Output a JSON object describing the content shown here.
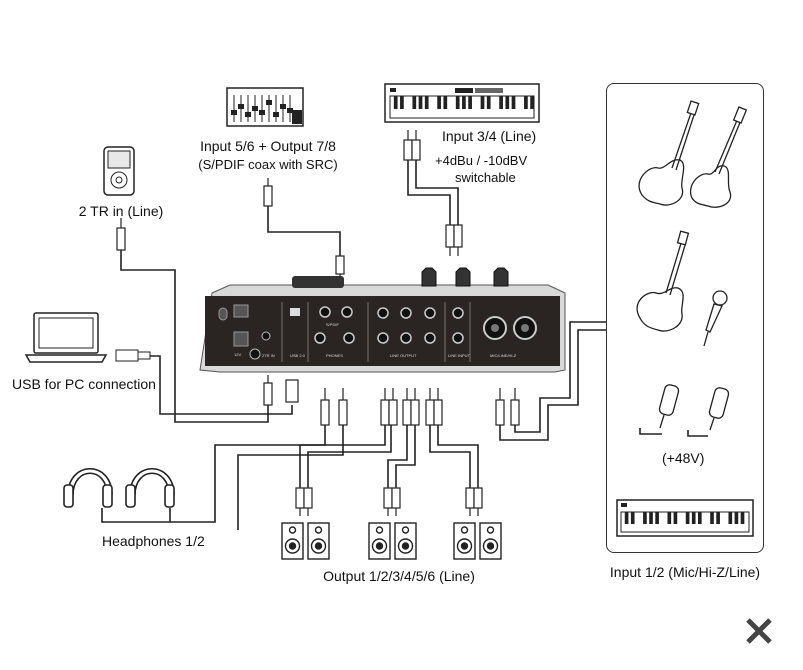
{
  "labels": {
    "two_tr": "2 TR in (Line)",
    "usb": "USB for PC connection",
    "spdif_line1": "Input 5/6 + Output 7/8",
    "spdif_line2": "(S/PDIF coax with SRC)",
    "input34_line1": "Input 3/4 (Line)",
    "input34_line2": "+4dBu / -10dBV",
    "input34_line3": "switchable",
    "headphones": "Headphones 1/2",
    "outputs": "Output 1/2/3/4/5/6 (Line)",
    "phantom": "(+48V)",
    "input12": "Input 1/2 (Mic/Hi-Z/Line)"
  },
  "device_panel": {
    "usb": "USB 2.0",
    "phones": "PHONES",
    "line_output": "LINE OUTPUT",
    "line_input": "LINE INPUT",
    "mic": "MIC/LINE/HI-Z",
    "spdif": "S/PDIF",
    "two_tr": "2TR IN",
    "power": "12V"
  },
  "colors": {
    "line": "#222222",
    "device_body": "#2a2422",
    "device_frame": "#d8d8d8"
  }
}
